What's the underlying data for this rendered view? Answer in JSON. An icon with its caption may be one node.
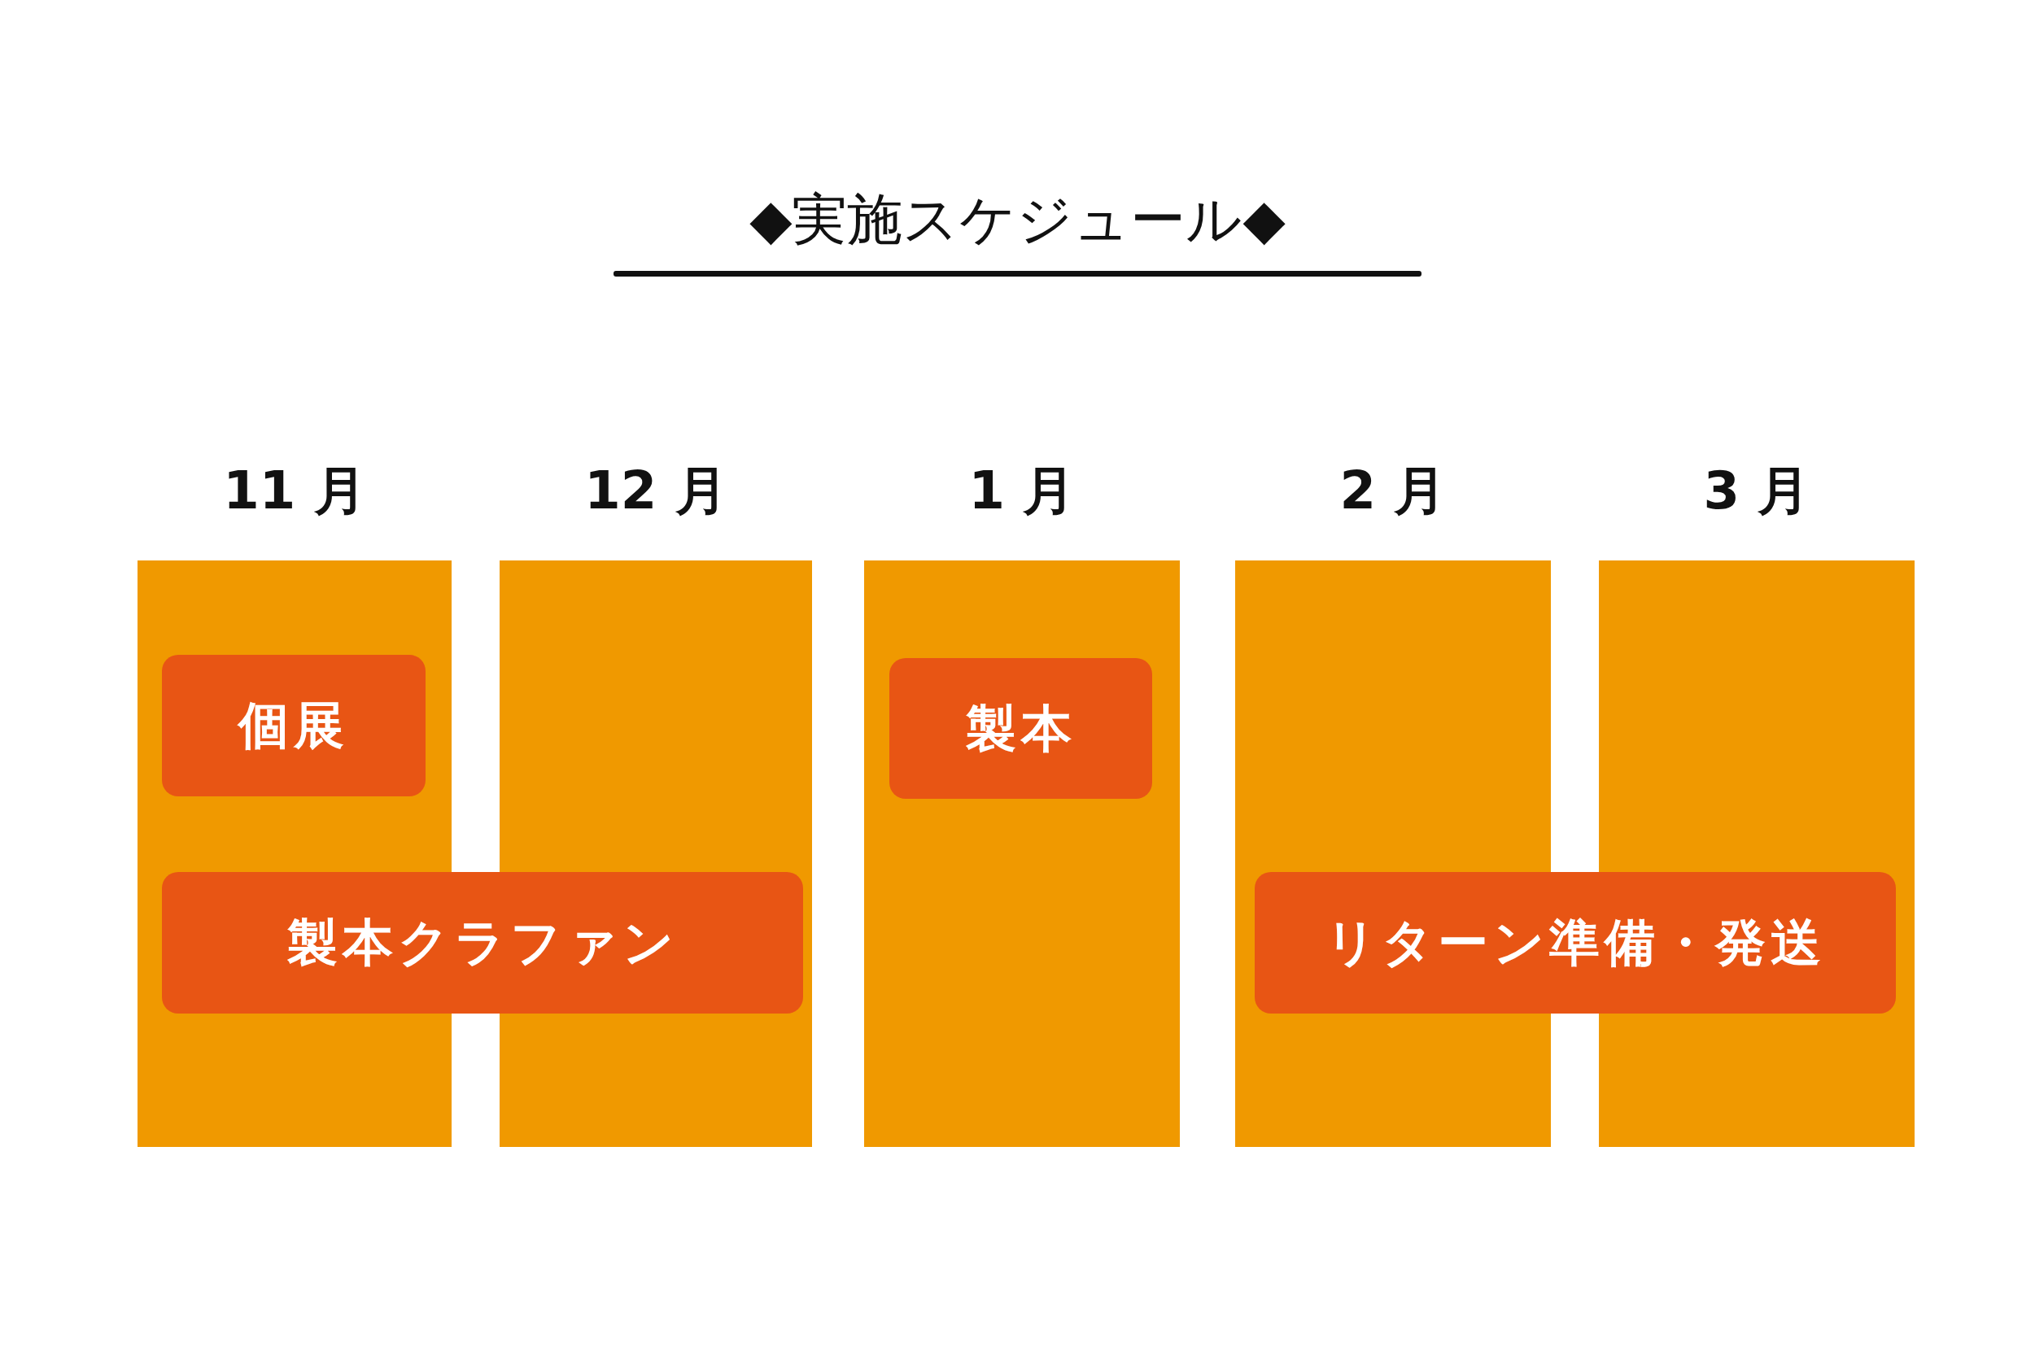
{
  "diagram": {
    "title": "◆実施スケジュール◆",
    "nodes": [
      {
        "text": [
          "11 月"
        ]
      },
      {
        "text": [
          "個展"
        ],
        "in": 0
      },
      {
        "text": [
          "12 月"
        ]
      },
      {
        "text": [
          "1 月"
        ]
      },
      {
        "text": [
          "製本"
        ],
        "in": 3
      },
      {
        "text": [
          "2 月"
        ]
      },
      {
        "text": [
          "3 月"
        ]
      },
      {
        "text": [
          "製本クラファン"
        ]
      },
      {
        "text": [
          "リターン準備・発送"
        ]
      }
    ]
  }
}
